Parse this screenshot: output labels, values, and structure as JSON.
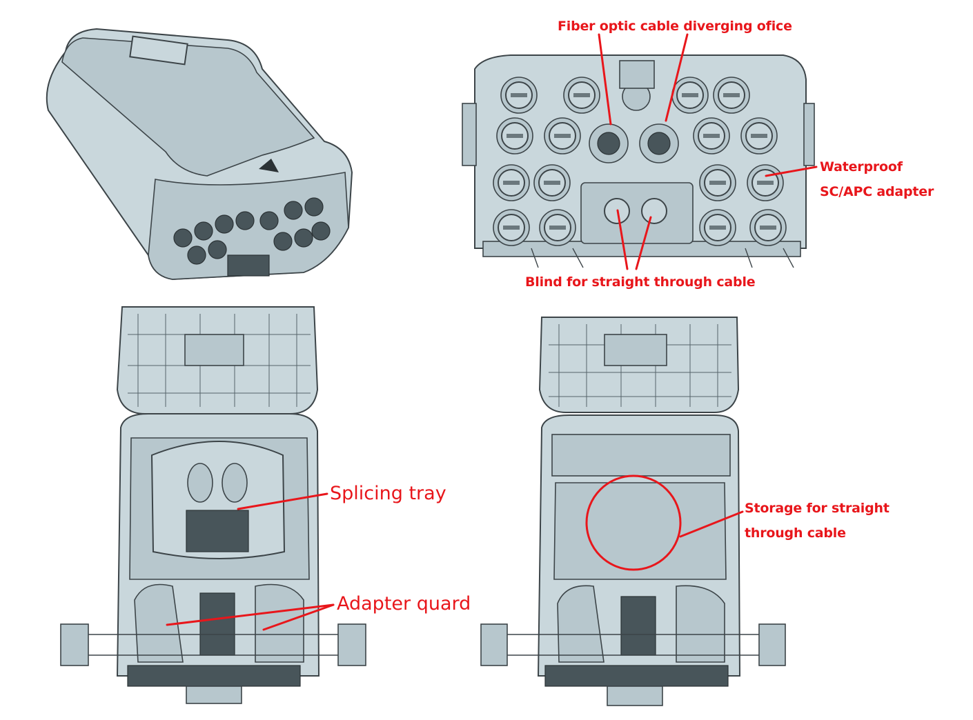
{
  "labels": {
    "fiber_optic_cable_diverging": "Fiber optic cable diverging ofice",
    "waterproof_line1": "Waterproof",
    "waterproof_line2": "SC/APC adapter",
    "blind_straight_through": "Blind for straight through cable",
    "splicing_tray": "Splicing tray",
    "storage_line1": "Storage for straight",
    "storage_line2": "through cable",
    "adapter_quard": "Adapter quard"
  },
  "colors": {
    "annotation": "#e8161b",
    "enclosure": "#c9d7dc",
    "outline": "#3c4448"
  }
}
